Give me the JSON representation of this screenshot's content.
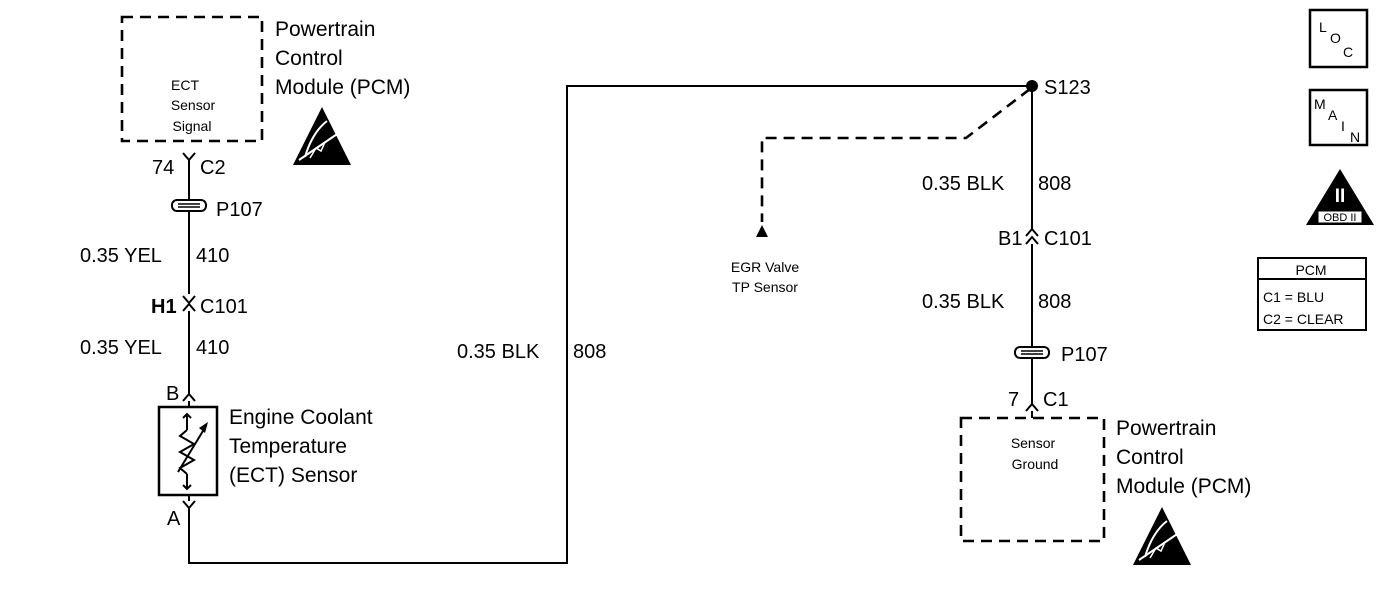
{
  "pcm_top": {
    "title_lines": [
      "Powertrain",
      "Control",
      "Module (PCM)"
    ],
    "internal_lines": [
      "ECT",
      "Sensor",
      "Signal"
    ],
    "pin": "74",
    "connector": "C2"
  },
  "left_wire": {
    "inline_connector": "P107",
    "segment1": {
      "size_color": "0.35 YEL",
      "circuit": "410"
    },
    "connector_c101": {
      "pin": "H1",
      "name": "C101"
    },
    "segment2": {
      "size_color": "0.35 YEL",
      "circuit": "410"
    }
  },
  "ect_sensor": {
    "pin_b": "B",
    "pin_a": "A",
    "title_lines": [
      "Engine Coolant",
      "Temperature",
      "(ECT) Sensor"
    ]
  },
  "ground_wire": {
    "size_color": "0.35 BLK",
    "circuit": "808"
  },
  "splice": {
    "name": "S123"
  },
  "egr": {
    "label_lines": [
      "EGR Valve",
      "TP Sensor"
    ]
  },
  "right_wire": {
    "segment1": {
      "size_color": "0.35 BLK",
      "circuit": "808"
    },
    "connector_c101": {
      "pin": "B1",
      "name": "C101"
    },
    "segment2": {
      "size_color": "0.35 BLK",
      "circuit": "808"
    },
    "inline_connector": "P107"
  },
  "pcm_bottom": {
    "pin": "7",
    "connector": "C1",
    "internal_lines": [
      "Sensor",
      "Ground"
    ],
    "title_lines": [
      "Powertrain",
      "Control",
      "Module (PCM)"
    ]
  },
  "legend": {
    "loc": {
      "l": "L",
      "o": "O",
      "c": "C"
    },
    "main": {
      "m": "M",
      "a": "A",
      "i": "I",
      "n": "N"
    },
    "obd": {
      "numeral": "II",
      "label": "OBD II"
    },
    "pcm_table": {
      "header": "PCM",
      "rows": [
        "C1 = BLU",
        "C2 = CLEAR"
      ]
    }
  }
}
